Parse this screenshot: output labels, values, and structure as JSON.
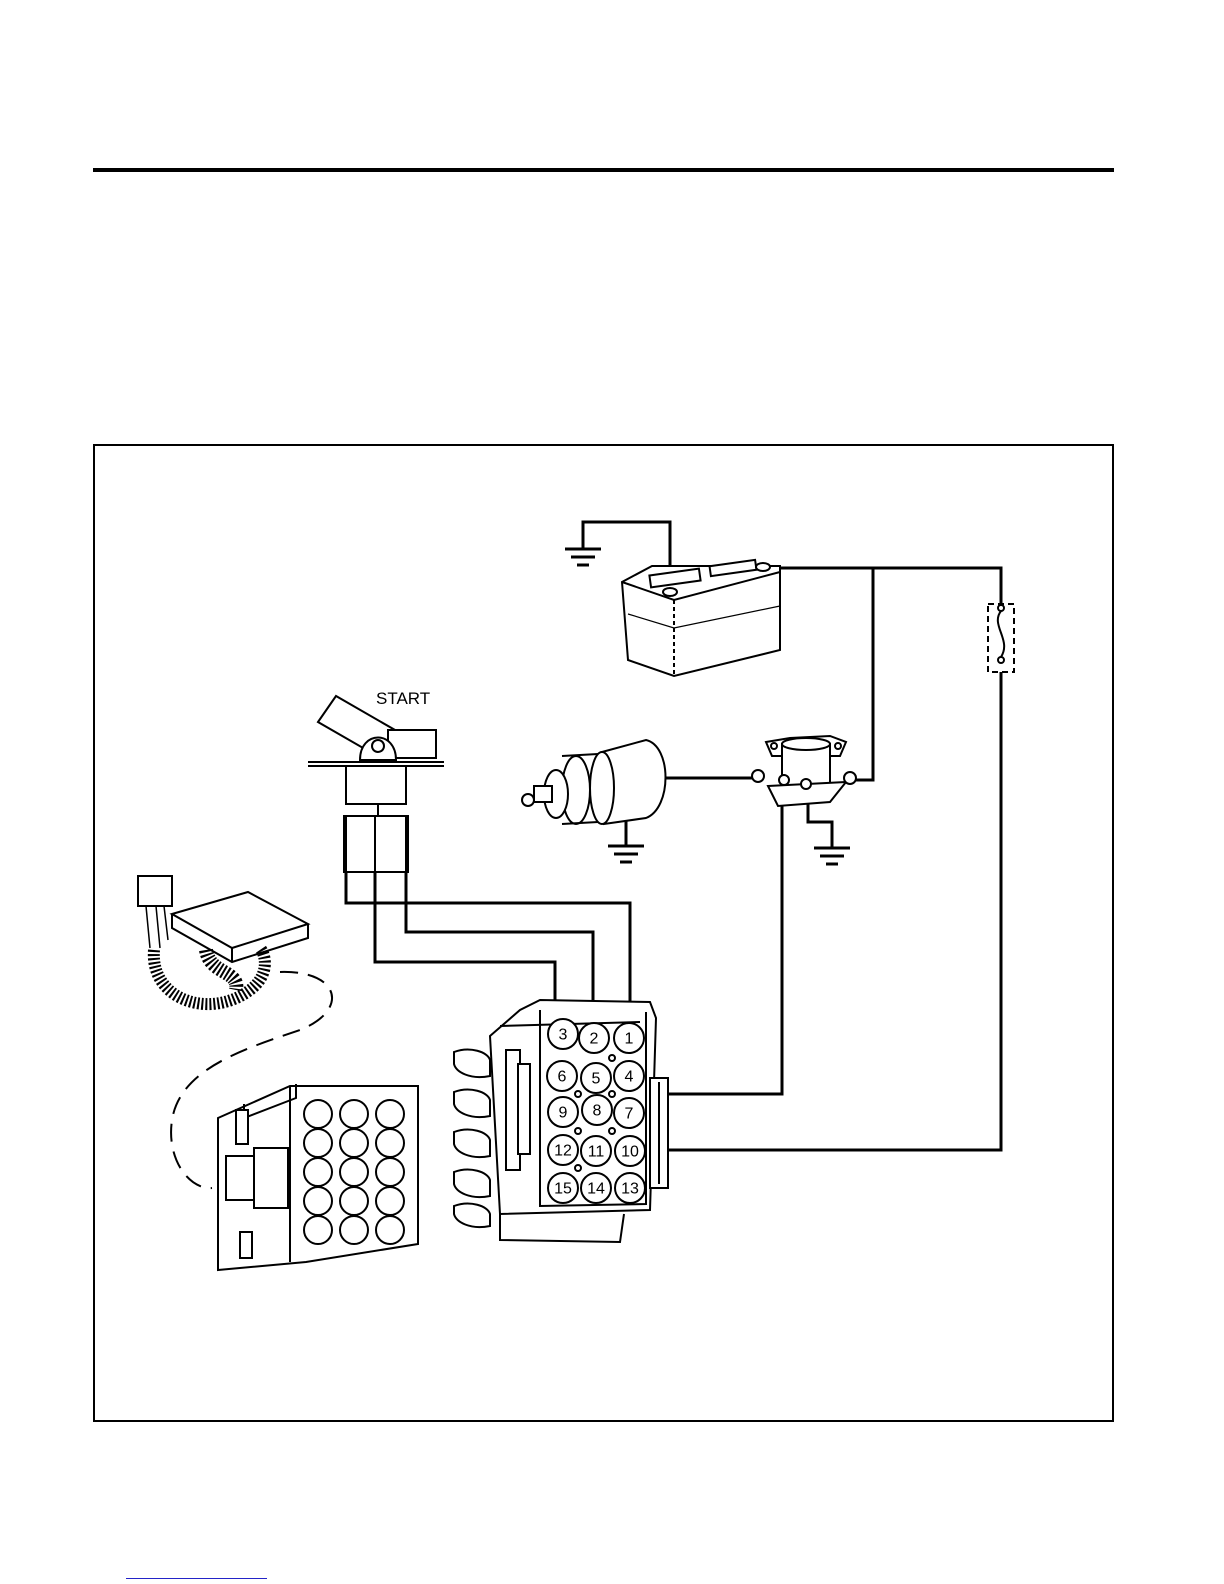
{
  "diagram": {
    "switch_label": "START",
    "connector_pins": [
      "1",
      "2",
      "3",
      "4",
      "5",
      "6",
      "7",
      "8",
      "9",
      "10",
      "11",
      "12",
      "13",
      "14",
      "15"
    ]
  },
  "colors": {
    "ink": "#000000",
    "footer_link": "#2323c8"
  }
}
